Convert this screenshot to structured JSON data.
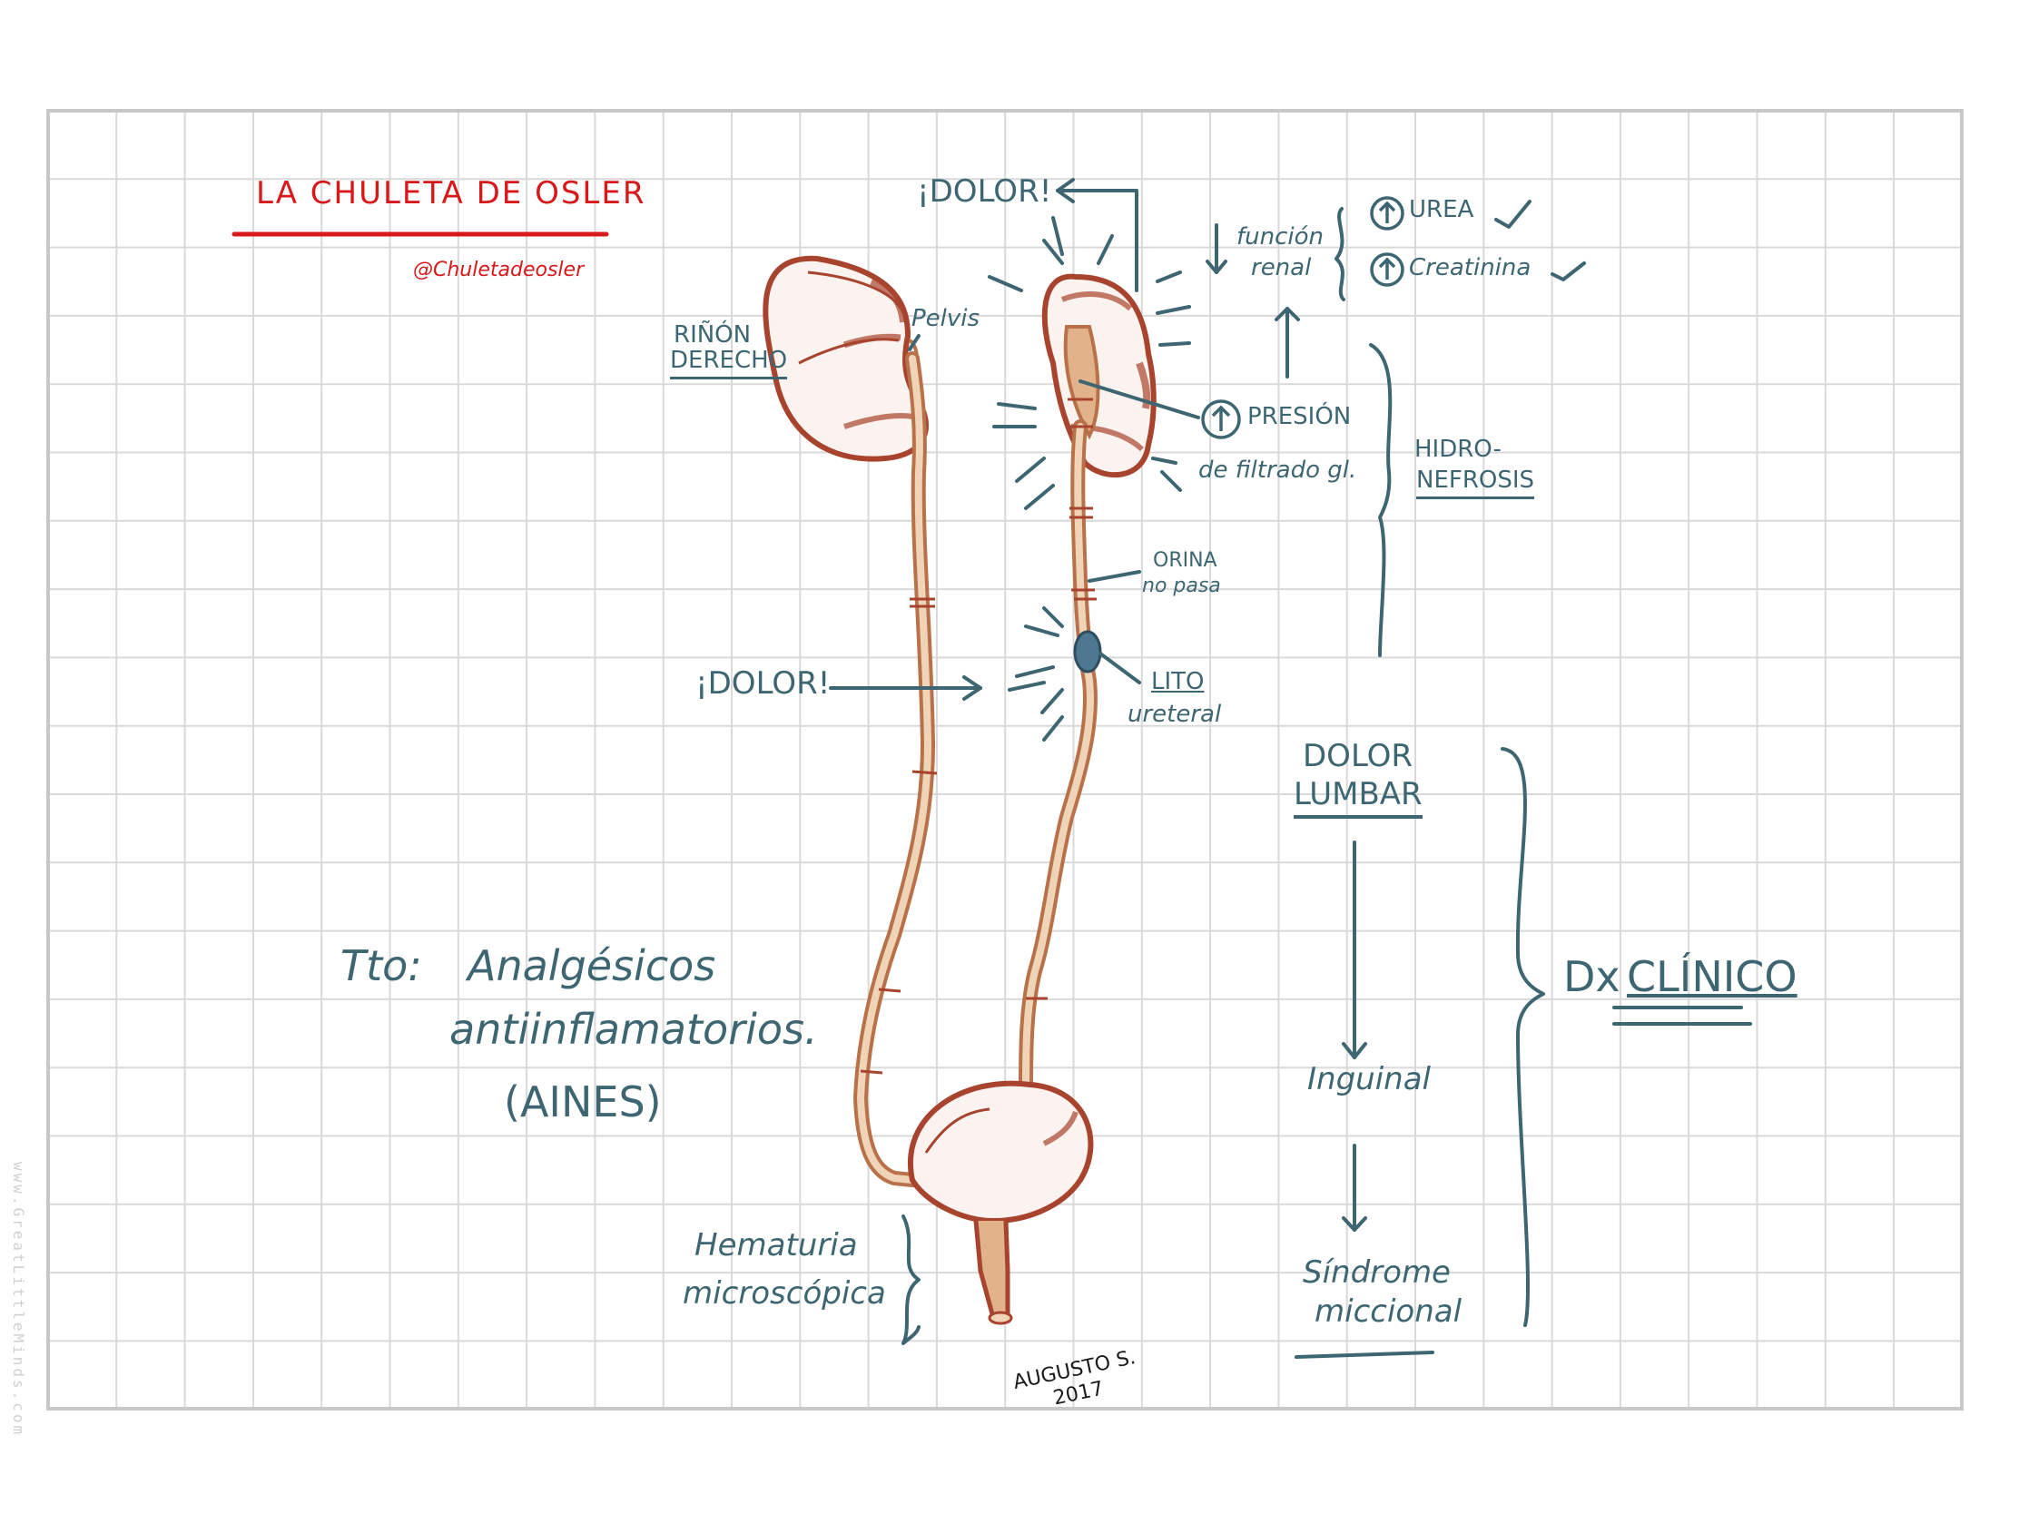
{
  "title": "LA CHULETA DE OSLER",
  "handle": "@Chuletadeosler",
  "watermark": "www.GreatLittleMinds.com",
  "colors": {
    "grid_line": "#d9d9d9",
    "frame": "#c8c8c8",
    "ink_blue": "#3d6672",
    "title_red": "#d7191c",
    "kidney_stroke": "#a8432e",
    "ureter_stroke": "#b9714a",
    "ureter_fill": "#e2b38a",
    "stone": "#4e7890"
  },
  "labels": {
    "rinon": "RIÑÓN",
    "derecho": "DERECHO",
    "pelvis": "Pelvis",
    "dolor_top": "¡DOLOR!",
    "dolor_mid": "¡DOLOR!",
    "funcion": "función",
    "renal": "renal",
    "urea": "UREA",
    "creatinina": "Creatinina",
    "presion": "PRESIÓN",
    "filtrado": "de filtrado gl.",
    "hidro": "HIDRO-",
    "nefrosis": "NEFROSIS",
    "orina": "ORINA",
    "no_pasa": "no pasa",
    "lito": "LITO",
    "ureteral": "ureteral",
    "dolor_lumbar_1": "DOLOR",
    "dolor_lumbar_2": "LUMBAR",
    "inguinal": "Inguinal",
    "sindrome": "Síndrome",
    "miccional": "miccional",
    "dx_prefix": "Dx",
    "dx_clinico": "CLÍNICO",
    "tto": "Tto:",
    "analgesicos": "Analgésicos",
    "antiinflamatorios": "antiinflamatorios.",
    "aines": "(AINES)",
    "hematuria": "Hematuria",
    "microscopica": "microscópica",
    "signature_name": "AUGUSTO S.",
    "signature_year": "2017"
  },
  "icons": {
    "up_circle": "up-arrow-in-circle-icon",
    "check": "check-mark-icon",
    "arrow": "arrow-icon"
  }
}
